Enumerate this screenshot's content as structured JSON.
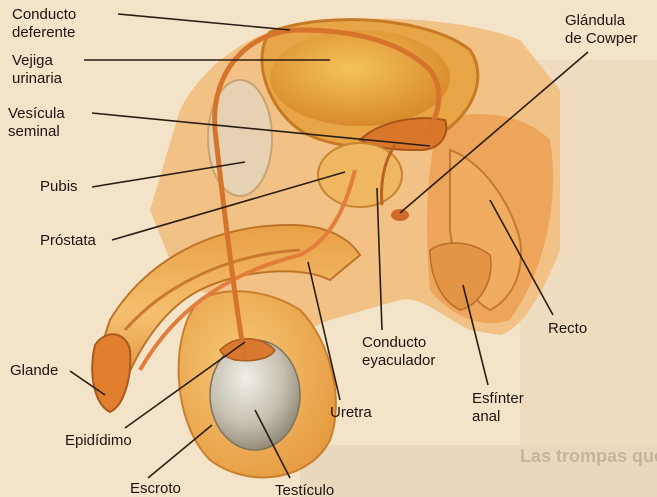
{
  "labels": {
    "conducto_deferente": "Conducto\ndeferente",
    "vejiga_urinaria": "Vejiga\nurinaria",
    "vesicula_seminal": "Vesícula\nseminal",
    "pubis": "Pubis",
    "prostata": "Próstata",
    "glande": "Glande",
    "epididimo": "Epidídimo",
    "escroto": "Escroto",
    "testiculo": "Testículo",
    "uretra": "Uretra",
    "conducto_eyaculador": "Conducto\neyaculador",
    "esfinter_anal": "Esfínter\nanal",
    "recto": "Recto",
    "glandula_cowper": "Glándula\nde Cowper"
  },
  "background_text": {
    "heading": "Las trompas que recogen los óvulos"
  },
  "colors": {
    "paper": "#f3e3c8",
    "tissue": "#f2b45f",
    "tissue_dark": "#d77f2a",
    "bladder": "#e9a93a",
    "testis": "#c9c1b2",
    "leader_line": "#2a1d14"
  }
}
